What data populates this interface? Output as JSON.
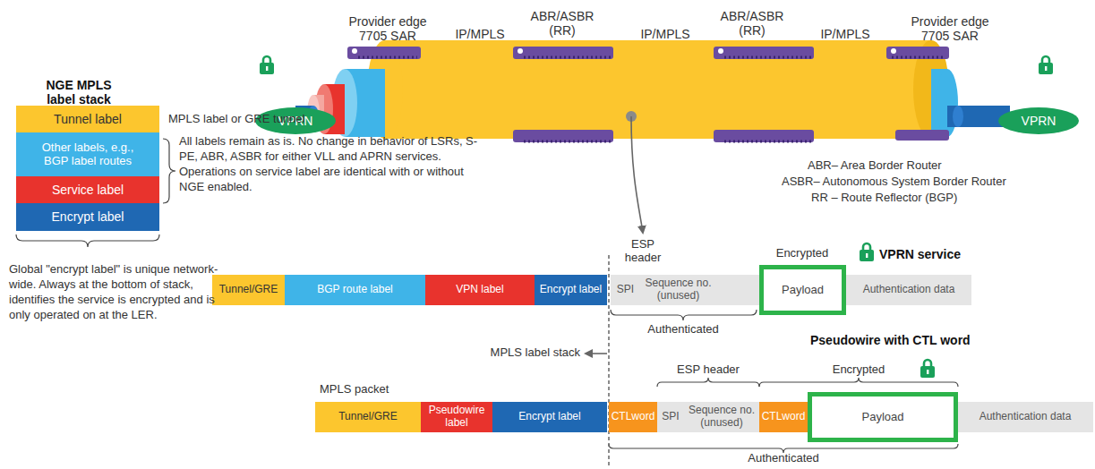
{
  "diagram": {
    "nodes": [
      {
        "text": [
          "VPRN"
        ]
      },
      {
        "text": [
          "VPRN"
        ]
      },
      {
        "text": [
          "Tunnel label"
        ]
      },
      {
        "text": [
          "Other labels, e.g., BGP label routes"
        ]
      },
      {
        "text": [
          "Service label"
        ]
      },
      {
        "text": [
          "Encrypt label"
        ]
      },
      {
        "text": [
          "Tunnel/GRE"
        ]
      },
      {
        "text": [
          "BGP route label"
        ]
      },
      {
        "text": [
          "VPN label"
        ]
      },
      {
        "text": [
          "Encrypt label"
        ]
      },
      {
        "text": [
          "SPI"
        ]
      },
      {
        "text": [
          "Sequence no. (unused)"
        ]
      },
      {
        "text": [
          "Payload"
        ]
      },
      {
        "text": [
          "Authentication data"
        ]
      },
      {
        "text": [
          "Tunnel/GRE"
        ]
      },
      {
        "text": [
          "Pseudowire label"
        ]
      },
      {
        "text": [
          "Encrypt label"
        ]
      },
      {
        "text": [
          "CTLword"
        ]
      },
      {
        "text": [
          "SPI"
        ]
      },
      {
        "text": [
          "Sequence no. (unused)"
        ]
      },
      {
        "text": [
          "CTLword"
        ]
      },
      {
        "text": [
          "Payload"
        ]
      },
      {
        "text": [
          "Authentication data"
        ]
      }
    ],
    "labels": [
      "NGE MPLS label stack",
      "Provider edge 7705 SAR",
      "IP/MPLS",
      "ABR/ASBR (RR)",
      "IP/MPLS",
      "ABR/ASBR (RR)",
      "IP/MPLS",
      "Provider edge 7705 SAR",
      "MPLS label or GRE tunnel",
      "All labels remain as is. No change in behavior of LSRs, S-PE, ABR, ASBR for either VLL and APRN services. Operations on service label are identical with or without NGE enabled.",
      "ABR– Area Border Router",
      "ASBR– Autonomous System Border Router",
      "RR – Route Reflector (BGP)",
      "ESP header",
      "Encrypted",
      "VPRN service",
      "Authenticated",
      "Global \"encrypt label\" is unique network-wide. Always at the bottom of stack, identifies the service is encrypted and is only operated on at the LER.",
      "MPLS label stack",
      "ESP header",
      "Encrypted",
      "Pseudowire with CTL word",
      "MPLS packet",
      "Authenticated"
    ]
  }
}
